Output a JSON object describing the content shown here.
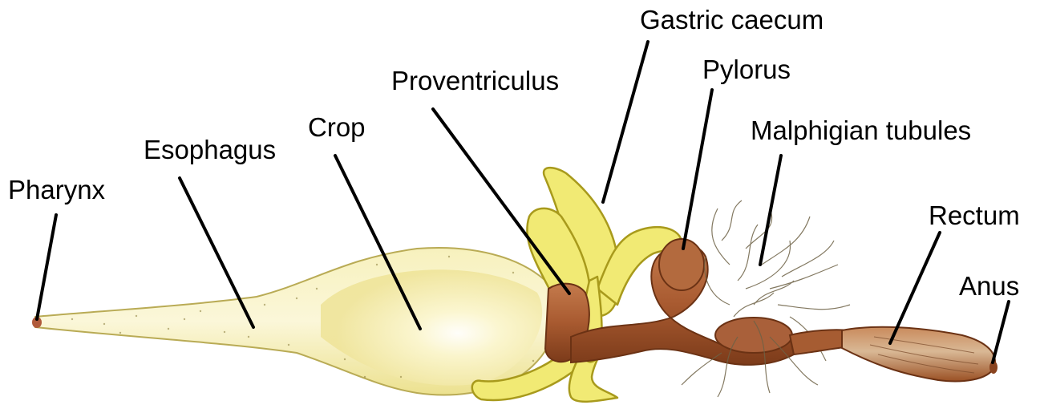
{
  "labels": {
    "pharynx": "Pharynx",
    "esophagus": "Esophagus",
    "crop": "Crop",
    "proventriculus": "Proventriculus",
    "gastric_caecum": "Gastric caecum",
    "pylorus": "Pylorus",
    "malphigian_tubules": "Malphigian tubules",
    "rectum": "Rectum",
    "anus": "Anus"
  },
  "colors": {
    "foregut_fill": "#f4eeaa",
    "foregut_highlight": "#fdfbe6",
    "caeca_fill": "#f0e870",
    "caeca_outline": "#a89a1c",
    "midgut_fill": "#b0643a",
    "midgut_dark": "#7a3a18",
    "tubules": "#6e6246",
    "leader_line": "#000000"
  }
}
